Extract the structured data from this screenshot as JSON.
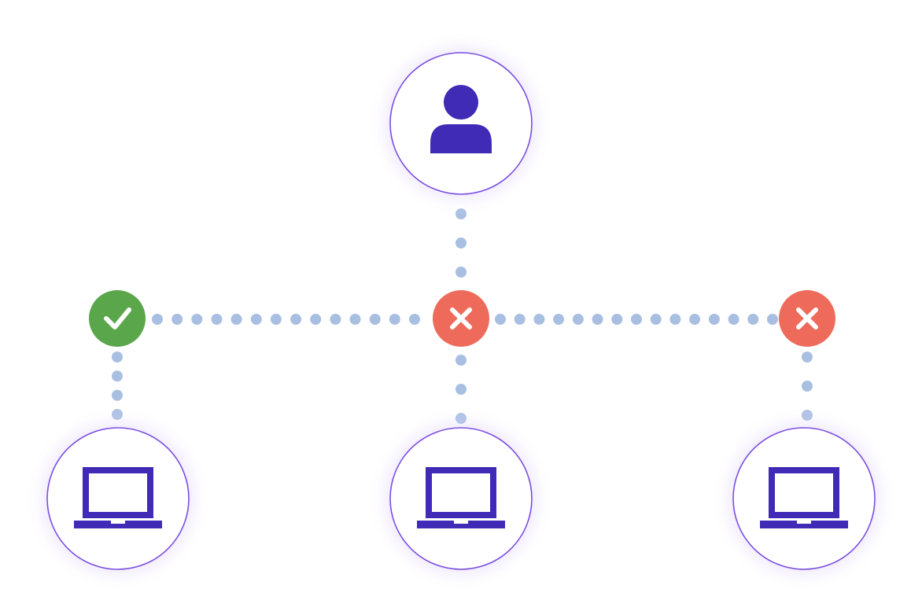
{
  "diagram": {
    "colors": {
      "background": "#ffffff",
      "node_border": "#7b4ee0",
      "node_glow": "#c9b8f5",
      "icon": "#3f2bb5",
      "connector_dot": "#a9bfe2",
      "success": "#5aa64b",
      "error": "#ee6b5b",
      "status_glyph": "#ffffff"
    },
    "user": {
      "icon": "user-icon"
    },
    "devices": [
      {
        "icon": "laptop-icon",
        "status": "allowed",
        "status_icon": "check-icon"
      },
      {
        "icon": "laptop-icon",
        "status": "blocked",
        "status_icon": "close-icon"
      },
      {
        "icon": "laptop-icon",
        "status": "blocked",
        "status_icon": "close-icon"
      }
    ]
  }
}
